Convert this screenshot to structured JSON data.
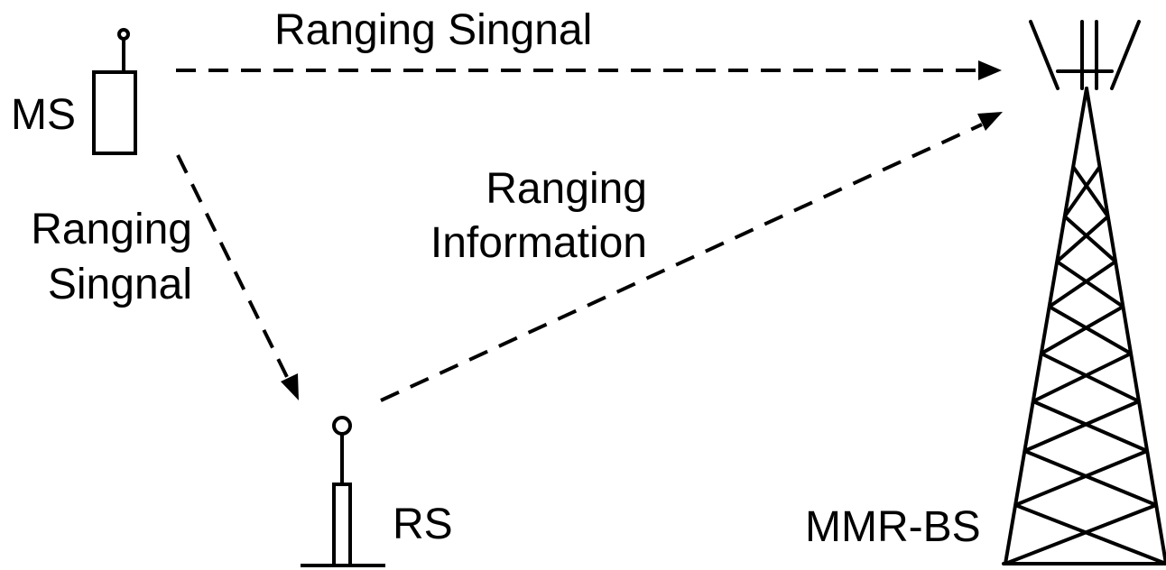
{
  "labels": {
    "ms": "MS",
    "rs": "RS",
    "bs": "MMR-BS",
    "signal_top": "Ranging Singnal",
    "signal_left_line1": "Ranging",
    "signal_left_line2": "Singnal",
    "info_line1": "Ranging",
    "info_line2": "Information"
  },
  "colors": {
    "ink": "#000000",
    "background": "#ffffff"
  }
}
